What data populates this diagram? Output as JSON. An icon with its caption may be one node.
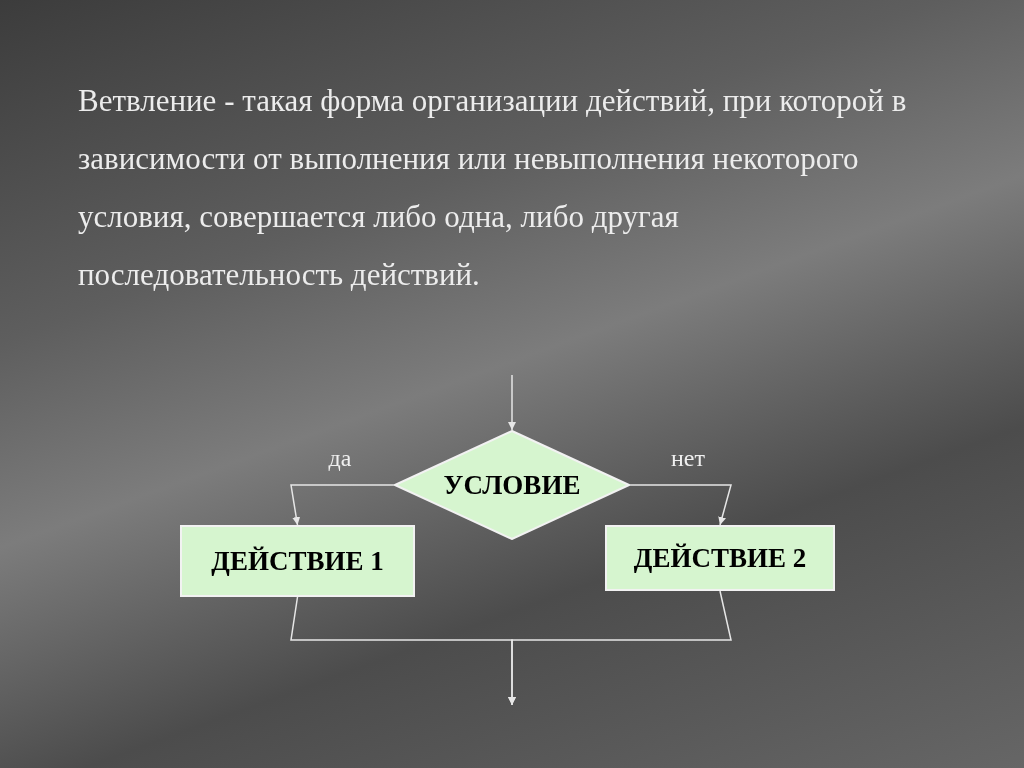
{
  "diagram": {
    "nodes": [
      {
        "text": [
          "УСЛОВИЕ"
        ]
      },
      {
        "text": [
          "ДЕЙСТВИЕ 1"
        ]
      },
      {
        "text": [
          "ДЕЙСТВИЕ 2"
        ]
      }
    ],
    "edges": [
      {
        "from": null,
        "to": 0,
        "arrow": "to"
      },
      {
        "from": 0,
        "to": 1,
        "label": "да",
        "arrow": "to"
      },
      {
        "from": 0,
        "to": 2,
        "label": "нет",
        "arrow": "to"
      },
      {
        "from": 1,
        "to": null,
        "arrow": "to"
      },
      {
        "from": 2,
        "to": null,
        "arrow": "to"
      }
    ],
    "labels": [
      "Ветвление - такая форма организации действий, при которой в зависимости от выполнения или невыполнения некоторого условия, совершается либо одна, либо другая последовательность действий."
    ]
  }
}
